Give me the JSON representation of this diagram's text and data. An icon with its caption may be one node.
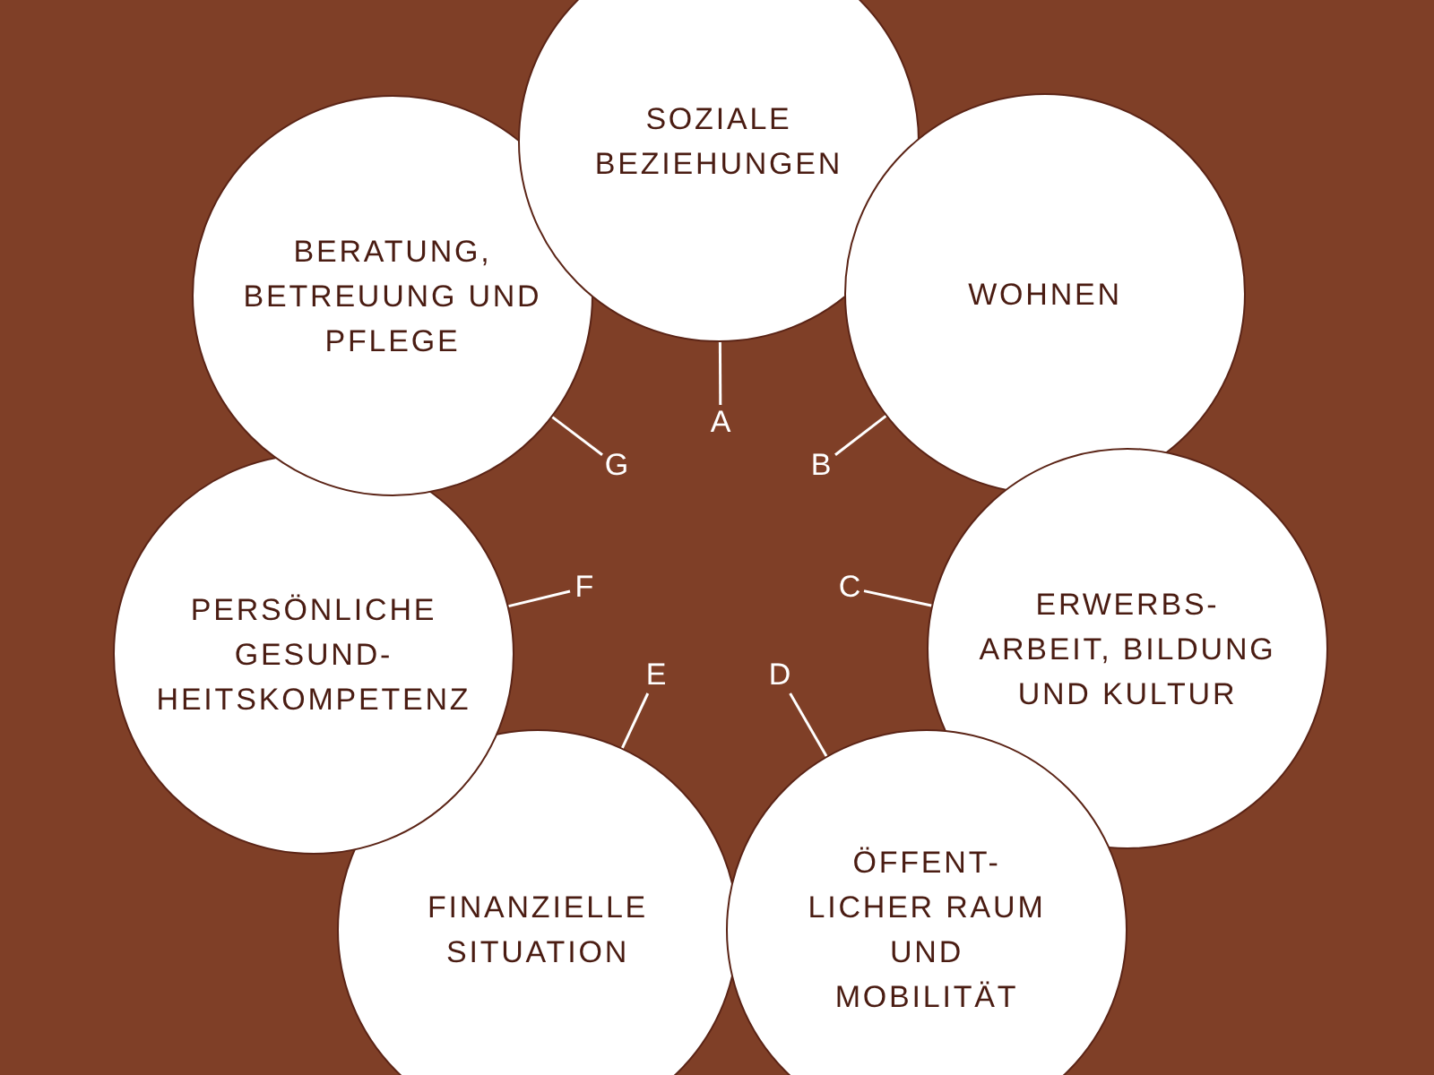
{
  "diagram": {
    "nodes": [
      {
        "text": [
          "SOZIALE BEZIEHUNGEN"
        ]
      },
      {
        "text": [
          "WOHNEN"
        ]
      },
      {
        "text": [
          "ERWERBS- ARBEIT, BILDUNG UND KULTUR"
        ]
      },
      {
        "text": [
          "ÖFFENT- LICHER RAUM UND MOBILITÄT"
        ]
      },
      {
        "text": [
          "FINANZIELLE SITUATION"
        ]
      },
      {
        "text": [
          "PERSÖNLICHE GESUND- HEITSKOMPETENZ"
        ]
      },
      {
        "text": [
          "BERATUNG, BETREUUNG UND PFLEGE"
        ]
      },
      {
        "text": [
          "A"
        ]
      },
      {
        "text": [
          "B"
        ]
      },
      {
        "text": [
          "C"
        ]
      },
      {
        "text": [
          "D"
        ]
      },
      {
        "text": [
          "E"
        ]
      },
      {
        "text": [
          "F"
        ]
      },
      {
        "text": [
          "G"
        ]
      }
    ],
    "edges": [
      {
        "from": 7,
        "to": 0,
        "arrow": "none"
      },
      {
        "from": 8,
        "to": 1,
        "arrow": "none"
      },
      {
        "from": 9,
        "to": 2,
        "arrow": "none"
      },
      {
        "from": 10,
        "to": 3,
        "arrow": "none"
      },
      {
        "from": 11,
        "to": 4,
        "arrow": "none"
      },
      {
        "from": 12,
        "to": 5,
        "arrow": "none"
      },
      {
        "from": 13,
        "to": 6,
        "arrow": "none"
      }
    ]
  }
}
